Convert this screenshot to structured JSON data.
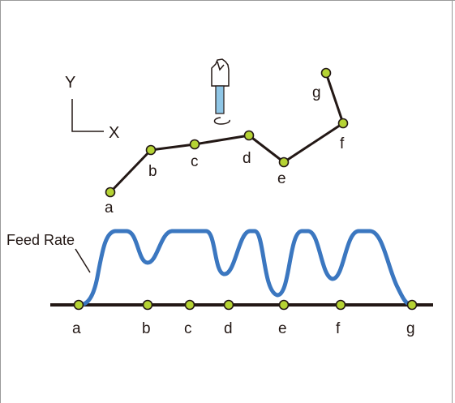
{
  "axes": {
    "y_label": "Y",
    "x_label": "X"
  },
  "feed_rate_label": "Feed Rate",
  "toolpath_points": [
    {
      "id": "a",
      "label": "a"
    },
    {
      "id": "b",
      "label": "b"
    },
    {
      "id": "c",
      "label": "c"
    },
    {
      "id": "d",
      "label": "d"
    },
    {
      "id": "e",
      "label": "e"
    },
    {
      "id": "f",
      "label": "f"
    },
    {
      "id": "g",
      "label": "g"
    }
  ],
  "timeline_points": [
    {
      "id": "a",
      "label": "a"
    },
    {
      "id": "b",
      "label": "b"
    },
    {
      "id": "c",
      "label": "c"
    },
    {
      "id": "d",
      "label": "d"
    },
    {
      "id": "e",
      "label": "e"
    },
    {
      "id": "f",
      "label": "f"
    },
    {
      "id": "g",
      "label": "g"
    }
  ],
  "colors": {
    "feed_curve": "#3b77c0",
    "point_fill": "#b5d334",
    "line": "#231815",
    "tool_shank": "#8fc6e6"
  }
}
